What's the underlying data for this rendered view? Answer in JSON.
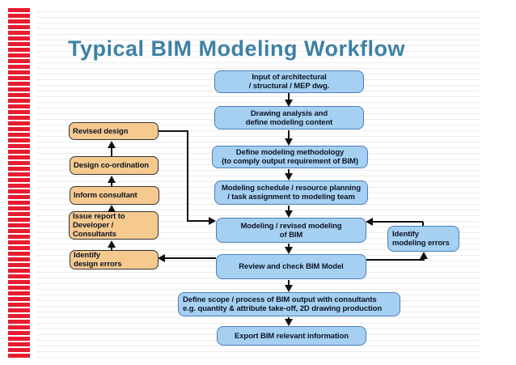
{
  "theme": {
    "title_color": "#3d81a4",
    "blue_fill": "#a6d0f2",
    "blue_border": "#4b7dbb",
    "orange_fill": "#f6c98f",
    "orange_border": "#333333",
    "red_bar": "#e81c2e",
    "line_color": "#111111",
    "text_color": "#0d1324"
  },
  "slide": {
    "title": "Typical BIM Modeling Workflow"
  },
  "flow": {
    "input": "Input of architectural\n/ structural / MEP dwg.",
    "analysis": "Drawing analysis and\ndefine modeling content",
    "methodology": "Define modeling methodology\n(to comply output requirement of BIM)",
    "schedule": "Modeling schedule / resource planning\n/ task assignment to modeling team",
    "modeling": "Modeling / revised modeling\nof BIM",
    "review": "Review and check BIM Model",
    "scope": "Define scope / process of BIM output with consultants\ne.g. quantity & attribute take-off, 2D drawing production",
    "export": "Export BIM relevant information",
    "identify_modeling_errors": "Identify\nmodeling errors"
  },
  "side": {
    "revised_design": "Revised design",
    "design_coordination": "Design co-ordination",
    "inform_consultant": "Inform consultant",
    "issue_report": "Issue report to\nDeveloper /\nConsultants",
    "identify_design_errors": "Identify\ndesign errors"
  }
}
